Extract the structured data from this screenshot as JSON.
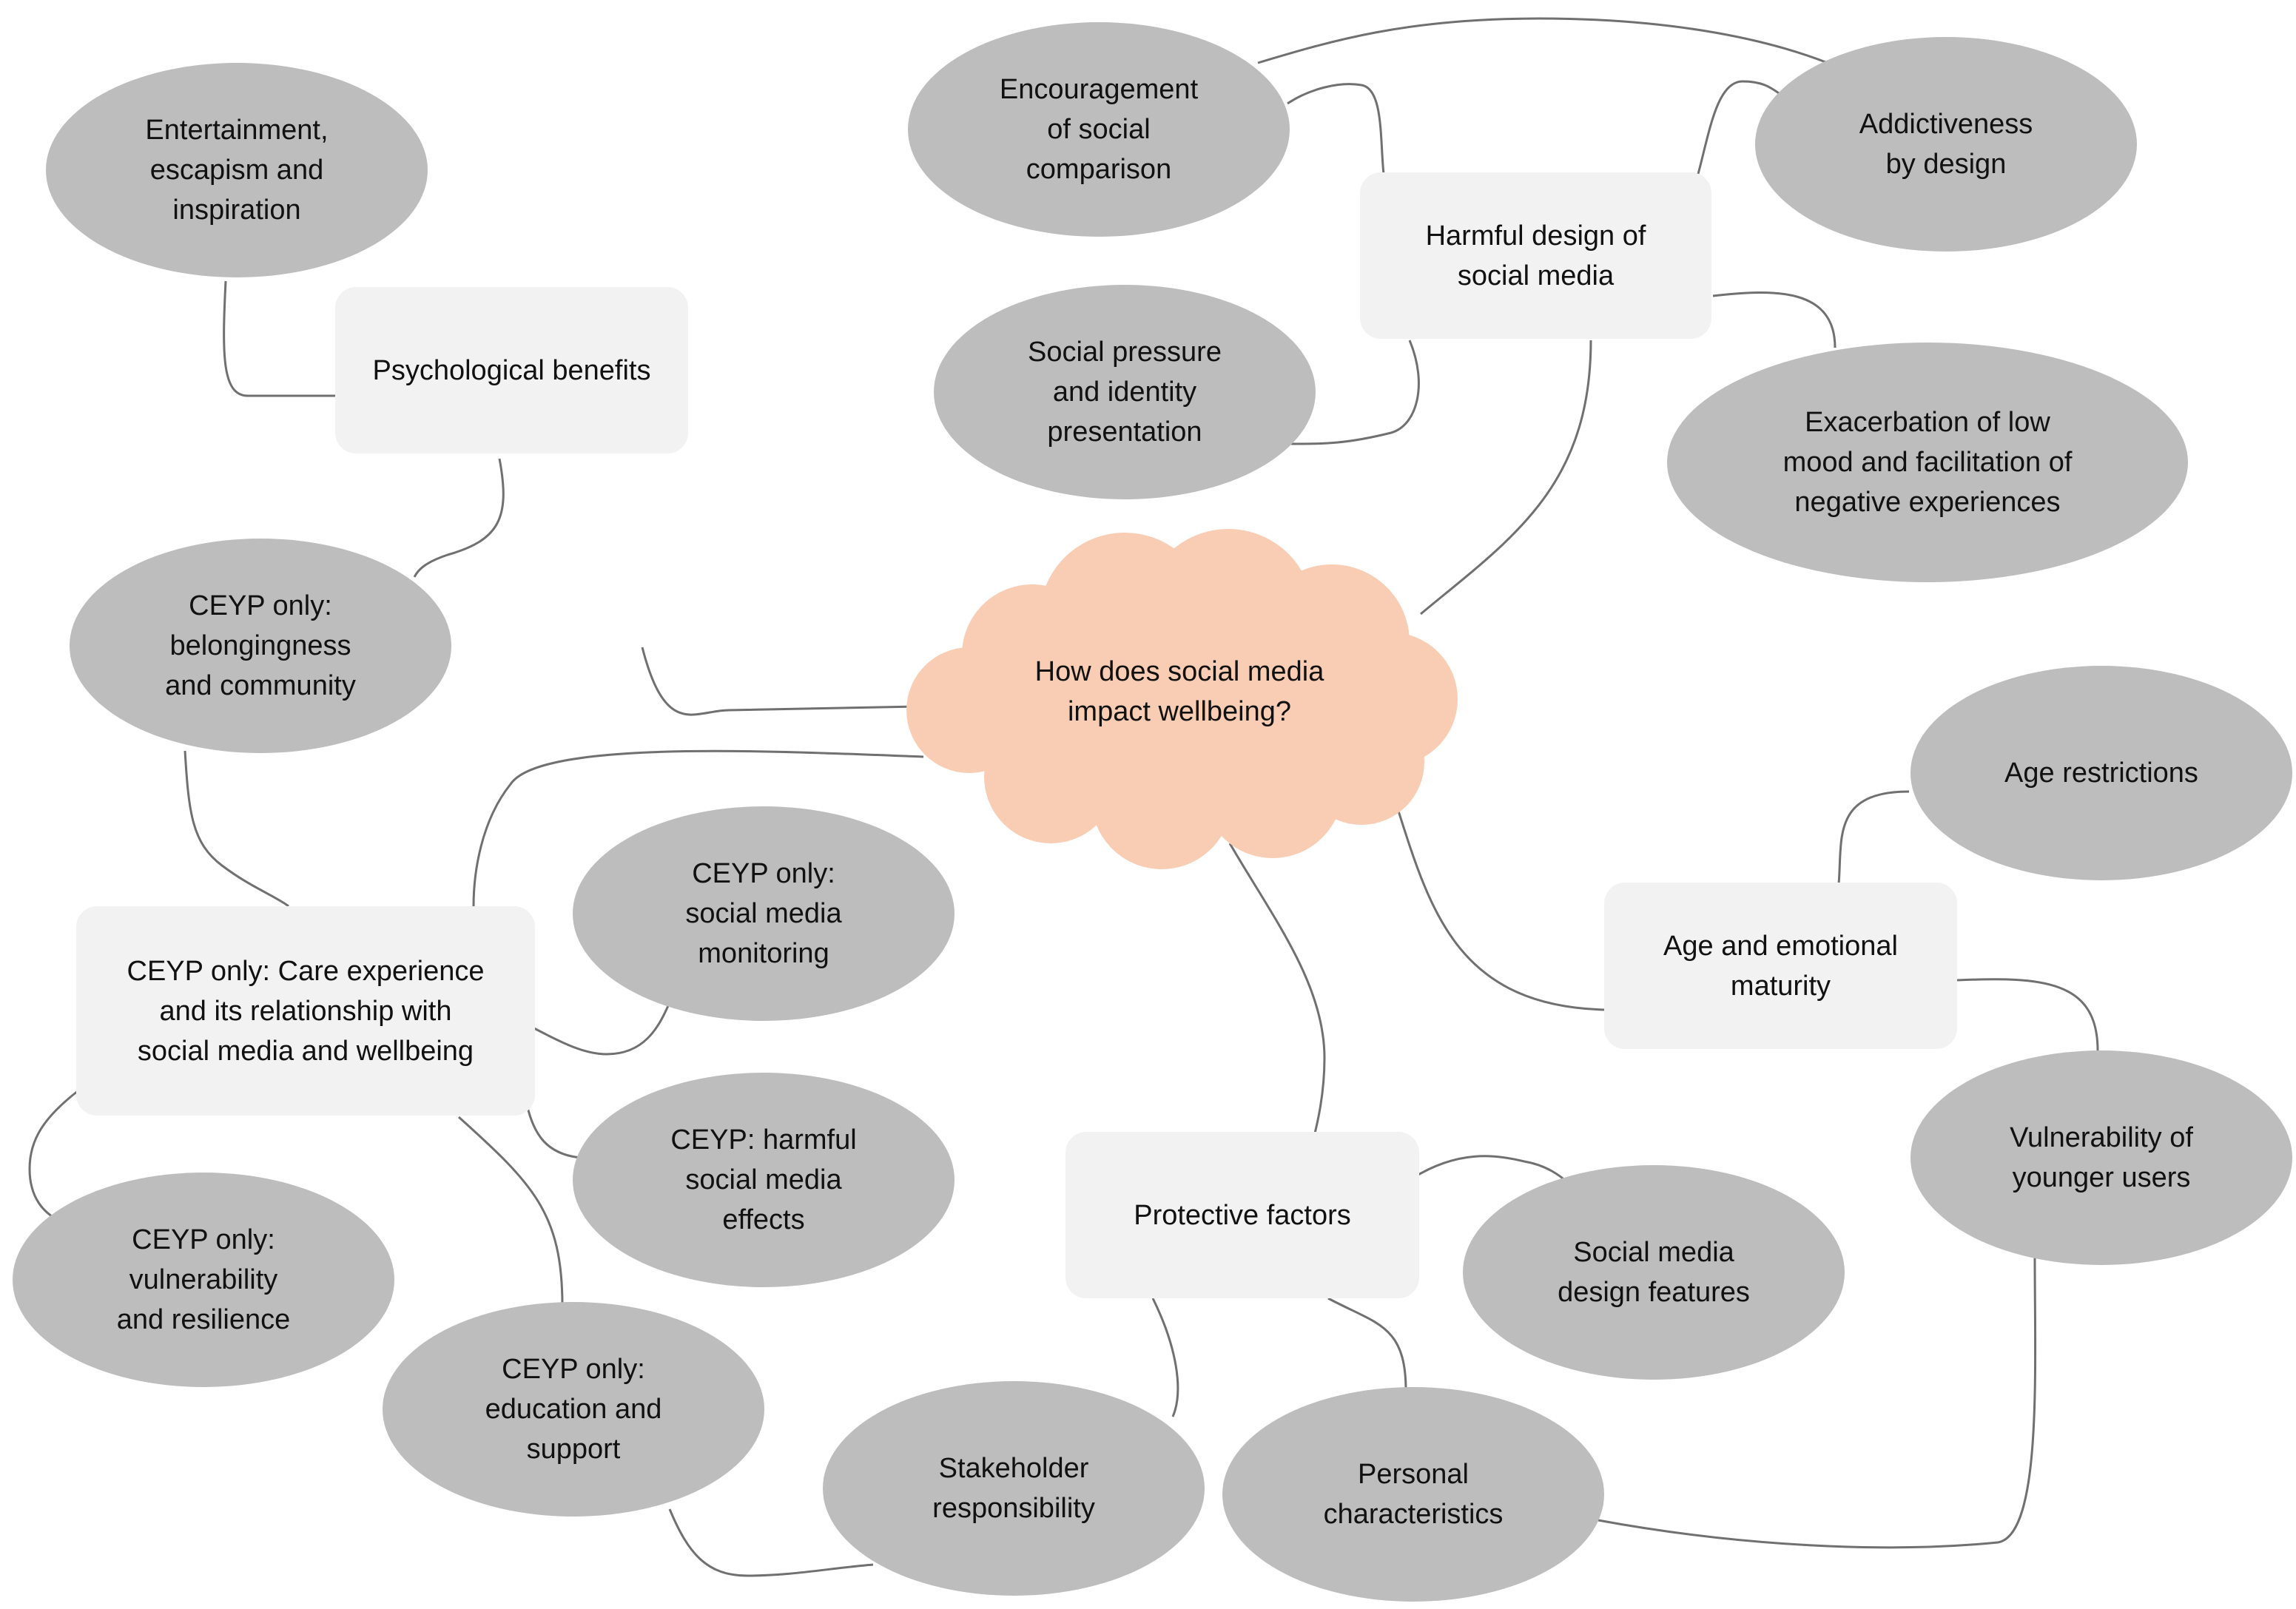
{
  "center": {
    "text": "How does social media\nimpact wellbeing?"
  },
  "themes": {
    "psychological_benefits": "Psychological benefits",
    "harmful_design": "Harmful design of\nsocial media",
    "care_experience": "CEYP only: Care experience\nand its relationship with\nsocial media and wellbeing",
    "protective_factors": "Protective factors",
    "age_maturity": "Age and emotional\nmaturity"
  },
  "subthemes": {
    "entertainment": "Entertainment,\nescapism and\ninspiration",
    "belongingness": "CEYP only:\nbelongingness\nand community",
    "social_comparison": "Encouragement\nof social\ncomparison",
    "social_pressure": "Social pressure\nand identity\npresentation",
    "addictiveness": "Addictiveness\nby design",
    "low_mood": "Exacerbation of low\nmood and facilitation of\nnegative experiences",
    "monitoring": "CEYP only:\nsocial media\nmonitoring",
    "harmful_effects": "CEYP: harmful\nsocial media\neffects",
    "vulnerability_resilience": "CEYP only:\nvulnerability\nand resilience",
    "education_support": "CEYP only:\neducation and\nsupport",
    "stakeholder": "Stakeholder\nresponsibility",
    "personal": "Personal\ncharacteristics",
    "design_features": "Social media\ndesign features",
    "age_restrictions": "Age restrictions",
    "younger_users": "Vulnerability of\nyounger users"
  },
  "colors": {
    "cloud_fill": "#f9cdb3",
    "theme_fill": "#f2f2f2",
    "subtheme_fill": "#bdbdbd",
    "connector": "#707070",
    "text": "#111111"
  }
}
